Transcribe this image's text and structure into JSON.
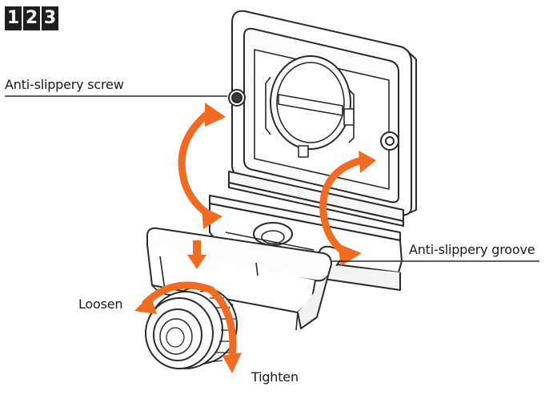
{
  "steps": [
    "1",
    "2",
    "3"
  ],
  "labels": {
    "screw": "Anti-slippery screw",
    "groove": "Anti-slippery groove",
    "loosen": "Loosen",
    "tighten": "Tighten"
  },
  "colors": {
    "arrow": "#f26b21",
    "line": "#2a2a2a",
    "step_bg": "#1f1f1f"
  }
}
